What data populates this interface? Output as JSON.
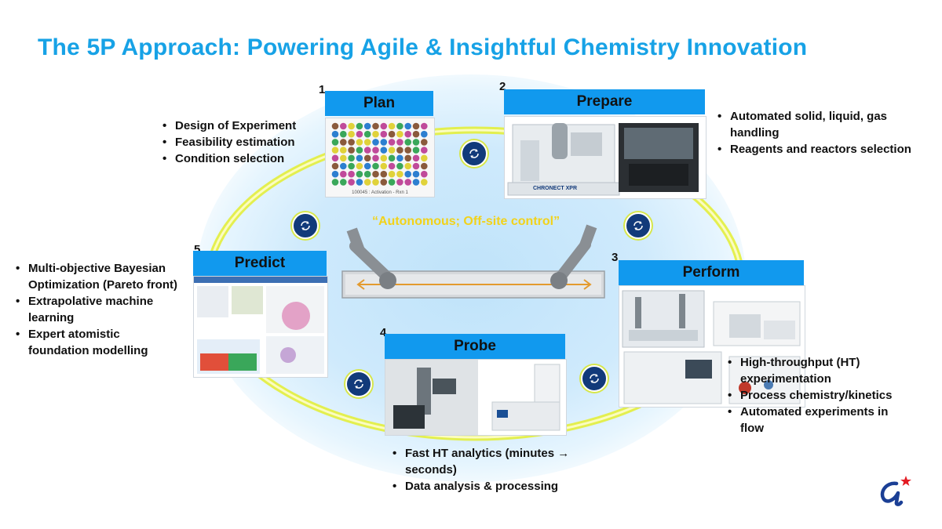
{
  "title": "The 5P Approach: Powering Agile & Insightful Chemistry Innovation",
  "center_label": "“Autonomous; Off-site control”",
  "stages": [
    {
      "number": "1",
      "name": "Plan",
      "plate_caption": "100045 : Activation - Rxn 1",
      "bullets": [
        "Design of Experiment",
        "Feasibility estimation",
        "Condition selection"
      ]
    },
    {
      "number": "2",
      "name": "Prepare",
      "device_label": "CHRONECT XPR",
      "bullets": [
        "Automated solid, liquid, gas handling",
        "Reagents and reactors selection"
      ]
    },
    {
      "number": "3",
      "name": "Perform",
      "bullets": [
        "High-throughput (HT) experimentation",
        "Process chemistry/kinetics",
        "Automated experiments in flow"
      ]
    },
    {
      "number": "4",
      "name": "Probe",
      "bullets": [
        "Fast HT analytics (minutes → seconds)",
        "Data analysis & processing"
      ]
    },
    {
      "number": "5",
      "name": "Predict",
      "bullets": [
        "Multi-objective Bayesian Optimization (Pareto front)",
        "Extrapolative machine learning",
        "Expert atomistic foundation modelling"
      ]
    }
  ],
  "colors": {
    "title": "#17a2e6",
    "header": "#1199ee",
    "ring": "#e3ee3c",
    "cycle_icon": "#123a7a",
    "center_text": "#f2d21a",
    "logo": "#1b3f95",
    "logo_star": "#e31b23"
  },
  "icons": [
    "refresh-cycle-icon",
    "robot-arm-icon",
    "logo-icon"
  ]
}
